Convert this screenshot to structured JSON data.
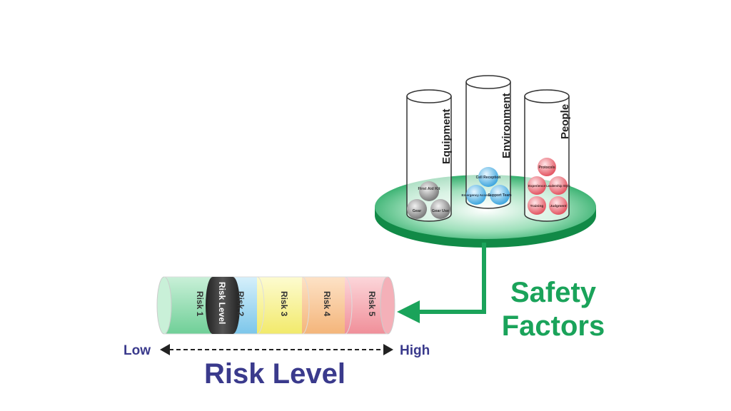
{
  "title": "Risk Level",
  "scale": {
    "low_label": "Low",
    "high_label": "High"
  },
  "risk_segments": [
    {
      "label": "Risk 1",
      "color": "#7ed9a4"
    },
    {
      "label": "Risk 2",
      "color": "#8fd0f0"
    },
    {
      "label": "Risk 3",
      "color": "#f5f07a"
    },
    {
      "label": "Risk 4",
      "color": "#f7c08a"
    },
    {
      "label": "Risk 5",
      "color": "#f4a0a8"
    }
  ],
  "indicator": {
    "label": "Risk Level",
    "color": "#3a3a3a"
  },
  "safety_factors": {
    "label_line1": "Safety",
    "label_line2": "Factors",
    "color": "#1aa35a"
  },
  "tubes": [
    {
      "name": "Equipment",
      "balls": [
        "First Aid Kit",
        "Gear",
        "Gear Use"
      ],
      "ball_color": "#9a9a9a"
    },
    {
      "name": "Environment",
      "balls": [
        "Cell Reception",
        "Emergency Access",
        "Support Team"
      ],
      "ball_color": "#5bb8e8"
    },
    {
      "name": "People",
      "balls": [
        "Protocols",
        "Experience",
        "Leadership Style",
        "Training",
        "Judgment"
      ],
      "ball_color": "#ee6f7a"
    }
  ],
  "colors": {
    "title": "#3a3a8c",
    "platform": "#1aa35a"
  }
}
